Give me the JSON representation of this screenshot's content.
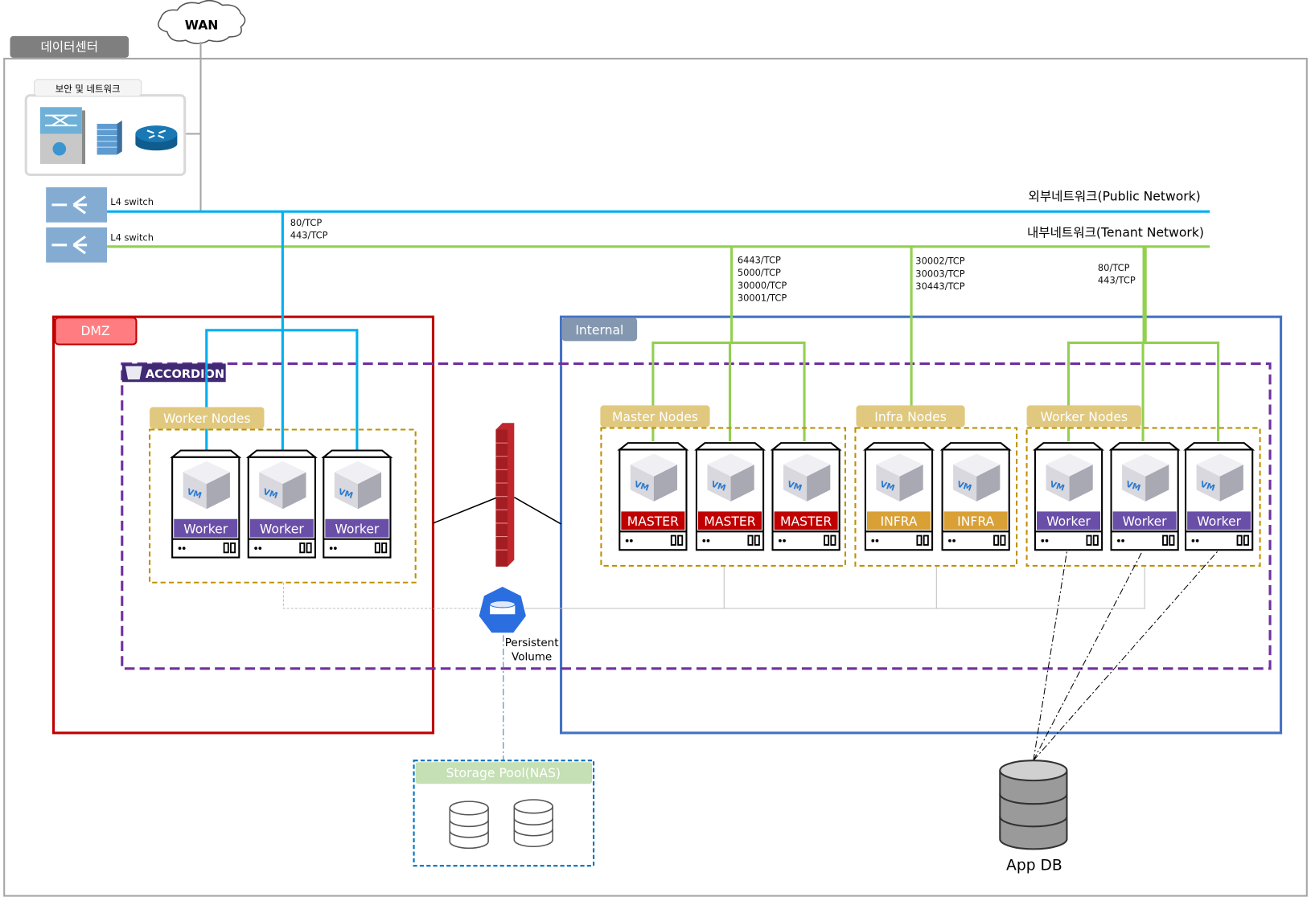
{
  "datacenter_label": "데이터센터",
  "wan_label": "WAN",
  "security_label": "보안 및 네트워크",
  "l4_switches": [
    "L4 switch",
    "L4 switch"
  ],
  "networks": {
    "public": "외부네트워크(Public Network)",
    "tenant": "내부네트워크(Tenant Network)"
  },
  "ports": {
    "dmz": [
      "80/TCP",
      "443/TCP"
    ],
    "master": [
      "6443/TCP",
      "5000/TCP",
      "30000/TCP",
      "30001/TCP"
    ],
    "infra": [
      "30002/TCP",
      "30003/TCP",
      "30443/TCP"
    ],
    "worker": [
      "80/TCP",
      "443/TCP"
    ]
  },
  "zones": {
    "dmz": "DMZ",
    "internal": "Internal"
  },
  "accordion_logo": "ACCORDION",
  "groups": {
    "dmz_workers": {
      "title": "Worker Nodes",
      "nodes": [
        "Worker",
        "Worker",
        "Worker"
      ]
    },
    "masters": {
      "title": "Master Nodes",
      "nodes": [
        "MASTER",
        "MASTER",
        "MASTER"
      ]
    },
    "infra": {
      "title": "Infra Nodes",
      "nodes": [
        "INFRA",
        "INFRA"
      ]
    },
    "workers": {
      "title": "Worker Nodes",
      "nodes": [
        "Worker",
        "Worker",
        "Worker"
      ]
    }
  },
  "vm_badge": "VM",
  "persistent_volume": [
    "Persistent",
    "Volume"
  ],
  "storage_pool": "Storage Pool(NAS)",
  "app_db": "App DB",
  "colors": {
    "public": "#00b0f0",
    "tenant": "#92d050",
    "dmz": "#c00000",
    "internal": "#4472c4",
    "accordion": "#7030a0",
    "master": "#c00000",
    "infra": "#d9a036",
    "worker": "#6a4fa8"
  }
}
